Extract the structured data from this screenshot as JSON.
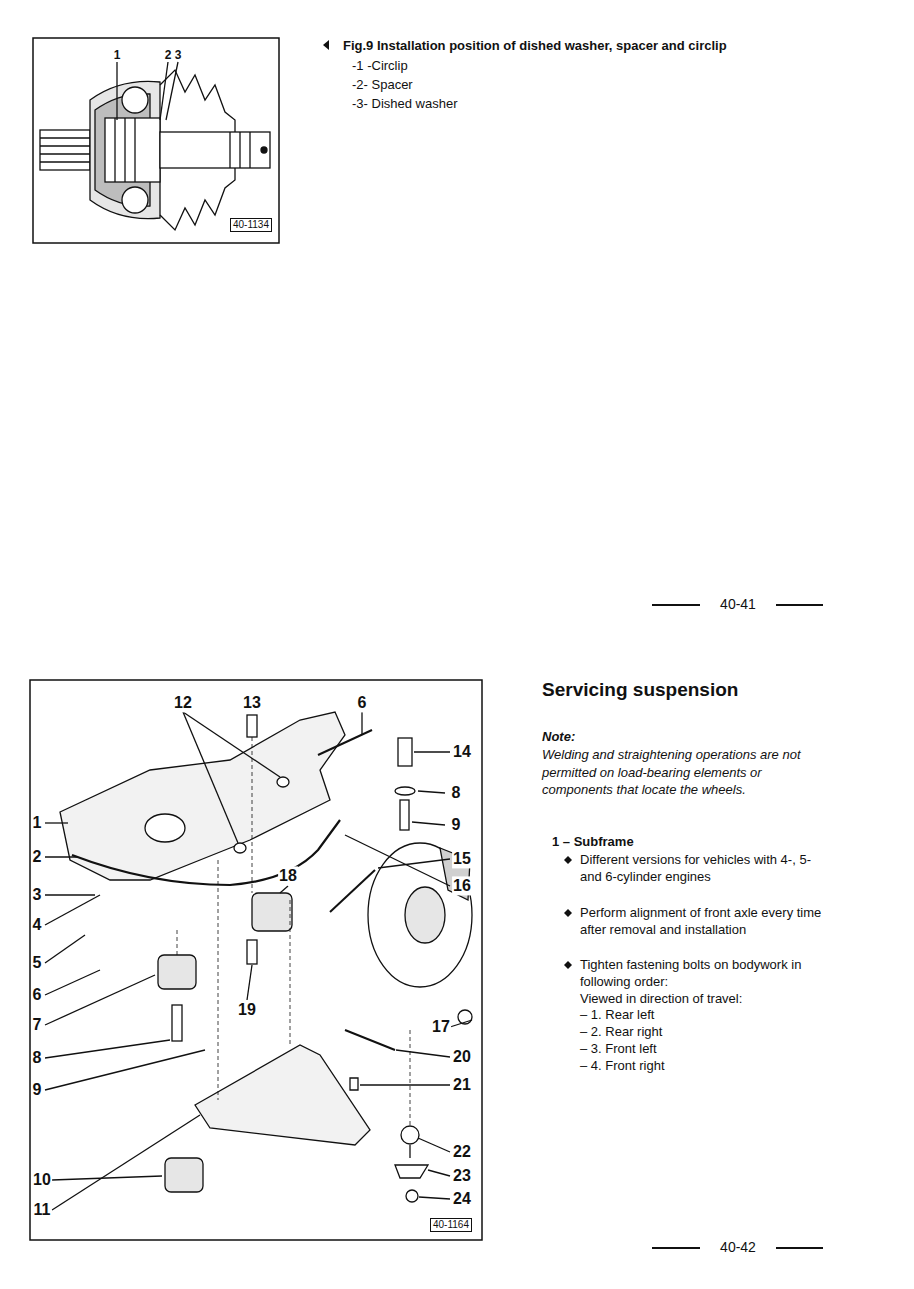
{
  "diagram": {
    "title": "Servicing suspension",
    "caption": "Fig.9 Installation position of dished washer, spacer and circlip",
    "labels": [
      "1",
      "2",
      "3",
      "40-1134",
      "-1 -Circlip",
      "-2- Spacer",
      "-3- Dished washer",
      "40-41",
      "12",
      "13",
      "6",
      "14",
      "8",
      "9",
      "1",
      "15",
      "2",
      "16",
      "3",
      "18",
      "4",
      "5",
      "6",
      "19",
      "17",
      "7",
      "20",
      "8",
      "21",
      "9",
      "22",
      "10",
      "23",
      "11",
      "24",
      "40-1164",
      "Note:",
      "Welding and straightening operations are not permitted on load-bearing elements or components that locate the wheels.",
      "1 – Subframe",
      "Different versions for vehicles with 4-, 5- and 6-cylinder engines",
      "Perform alignment of front axle every time after removal and installation",
      "Tighten fastening bolts on bodywork in following order:",
      "Viewed in direction of travel:",
      "– 1. Rear left",
      "– 2. Rear right",
      "– 3. Front left",
      "– 4. Front right",
      "40-42"
    ]
  }
}
